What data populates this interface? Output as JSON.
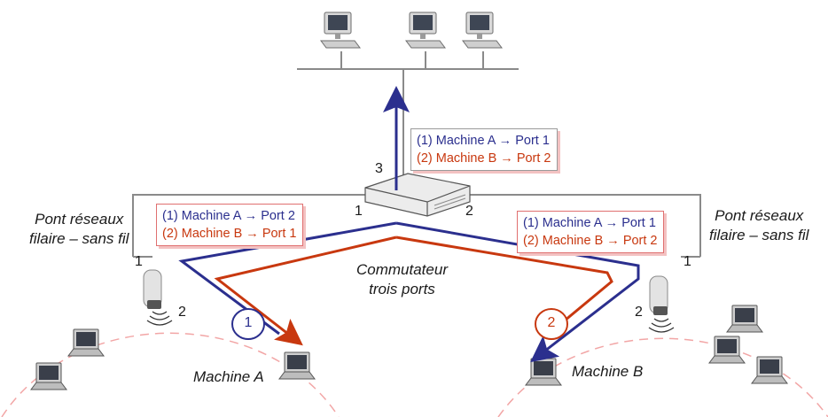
{
  "labels": {
    "bridge_left": [
      "Pont réseaux",
      "filaire – sans fil"
    ],
    "bridge_right": [
      "Pont réseaux",
      "filaire – sans fil"
    ],
    "switch": [
      "Commutateur",
      "trois ports"
    ],
    "machine_a": "Machine A",
    "machine_b": "Machine B",
    "port_switch_1": "1",
    "port_switch_2": "2",
    "port_switch_3": "3",
    "port_left_bridge_1": "1",
    "port_left_bridge_2": "2",
    "port_right_bridge_1": "1",
    "port_right_bridge_2": "2",
    "circle_1": "1",
    "circle_2": "2"
  },
  "tables": {
    "top": [
      "(1) Machine A → Port 1",
      "(2) Machine B → Port 2"
    ],
    "left": [
      "(1) Machine A → Port 2",
      "(2) Machine B → Port 1"
    ],
    "right": [
      "(1) Machine A → Port 1",
      "(2) Machine B → Port 2"
    ]
  },
  "colors": {
    "path_1": "#2b2f8e",
    "path_2": "#c8380f",
    "wire": "#8a8a8a",
    "cell_zone": "#f2a6a6"
  },
  "icons": [
    "desktop-computer-icon",
    "laptop-icon",
    "switch-icon",
    "wireless-access-point-icon"
  ]
}
